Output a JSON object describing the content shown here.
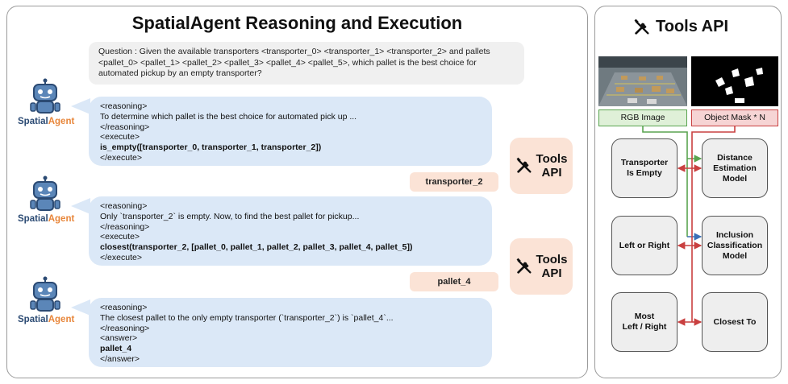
{
  "left_panel": {
    "title": "SpatialAgent Reasoning and Execution",
    "question": "Question : Given the available transporters <transporter_0> <transporter_1> <transporter_2> and pallets <pallet_0> <pallet_1> <pallet_2> <pallet_3> <pallet_4> <pallet_5>, which pallet is the best choice for automated pickup by an empty transporter?",
    "agent_label_part1": "Spatial",
    "agent_label_part2": "Agent",
    "steps": [
      {
        "lines": [
          {
            "text": "<reasoning>",
            "bold": false
          },
          {
            "text": "To determine which pallet is the best choice for automated pick up ...",
            "bold": false
          },
          {
            "text": "</reasoning>",
            "bold": false
          },
          {
            "text": "<execute>",
            "bold": false
          },
          {
            "text": "is_empty([transporter_0, transporter_1, transporter_2])",
            "bold": true
          },
          {
            "text": "</execute>",
            "bold": false
          }
        ],
        "result": "transporter_2"
      },
      {
        "lines": [
          {
            "text": "<reasoning>",
            "bold": false
          },
          {
            "text": "Only `transporter_2` is empty. Now, to find the best pallet for pickup...",
            "bold": false
          },
          {
            "text": "</reasoning>",
            "bold": false
          },
          {
            "text": "<execute>",
            "bold": false
          },
          {
            "text": "closest(transporter_2, [pallet_0, pallet_1, pallet_2, pallet_3, pallet_4, pallet_5])",
            "bold": true
          },
          {
            "text": "</execute>",
            "bold": false
          }
        ],
        "result": "pallet_4"
      },
      {
        "lines": [
          {
            "text": "<reasoning>",
            "bold": false
          },
          {
            "text": "The closest pallet to the only empty transporter (`transporter_2`) is `pallet_4`...",
            "bold": false
          },
          {
            "text": "</reasoning>",
            "bold": false
          },
          {
            "text": "<answer>",
            "bold": false
          },
          {
            "text": "pallet_4",
            "bold": true
          },
          {
            "text": "</answer>",
            "bold": false
          }
        ],
        "result": ""
      }
    ],
    "tools_api_line1": "Tools",
    "tools_api_line2": "API"
  },
  "right_panel": {
    "title": "Tools API",
    "rgb_label": "RGB Image",
    "mask_label": "Object Mask * N",
    "boxes": {
      "transporter_is_empty": [
        "Transporter",
        "Is Empty"
      ],
      "distance_estimation": [
        "Distance",
        "Estimation",
        "Model"
      ],
      "left_or_right": [
        "Left or Right"
      ],
      "inclusion_classification": [
        "Inclusion",
        "Classification",
        "Model"
      ],
      "most_left_right": [
        "Most",
        "Left / Right"
      ],
      "closest_to": [
        "Closest To"
      ]
    }
  },
  "colors": {
    "bubble": "#dbe8f7",
    "tool_accent": "#fbe3d6",
    "rgb_green": "#5aa450",
    "mask_red": "#c94040",
    "arrow_blue": "#3b6fb6"
  }
}
